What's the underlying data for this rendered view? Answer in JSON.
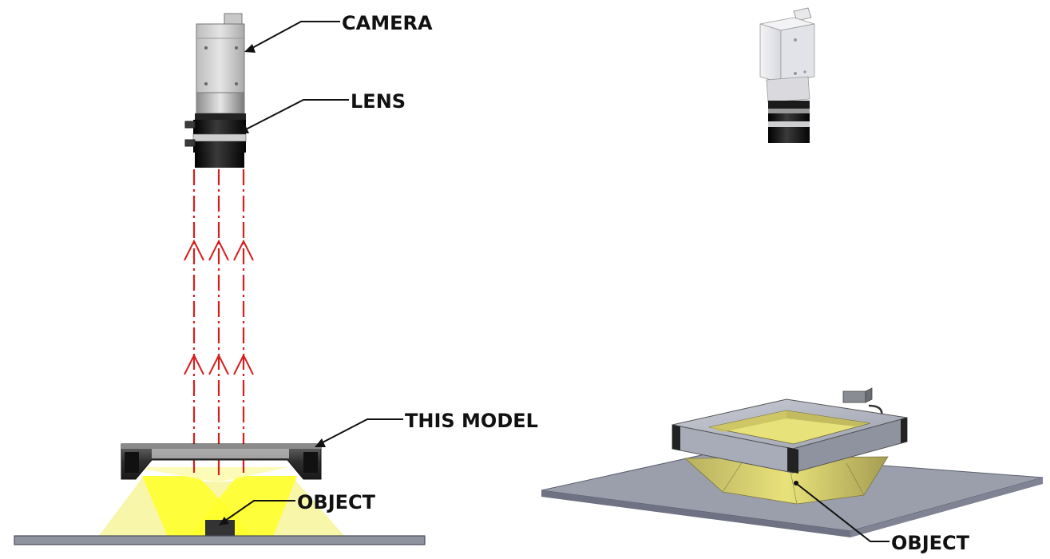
{
  "labels": {
    "camera": "CAMERA",
    "lens": "LENS",
    "this_model": "THIS MODEL",
    "object_left": "OBJECT",
    "object_right": "OBJECT"
  },
  "colors": {
    "ray": "#d71e1e",
    "light_beam": "#ffff2e",
    "light_beam_soft": "#f7f59a",
    "plate": "#8f939e",
    "plate_edge": "#5c6070",
    "housing": "#3a3a3a",
    "lens_black": "#141414",
    "camera_body": "#cfcfcf"
  }
}
